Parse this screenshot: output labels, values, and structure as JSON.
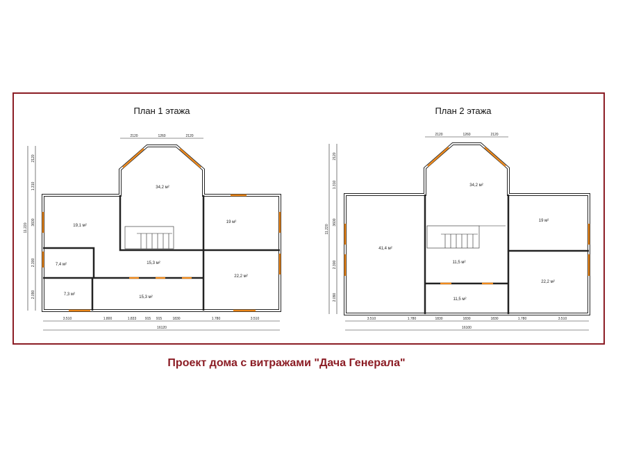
{
  "plan1": {
    "title": "План 1 этажа",
    "rooms": [
      "34,2 м²",
      "19,1 м²",
      "19 м²",
      "7,4 м²",
      "15,3 м²",
      "22,2 м²",
      "7,3 м²",
      "15,3 м²"
    ],
    "top_dims": [
      "2120",
      "1260",
      "2120"
    ],
    "bottom_dims": [
      "3.510",
      "1.800",
      "1.833",
      "915",
      "915",
      "1830",
      "1.780",
      "3.510"
    ],
    "total_width": "16120",
    "left_dims": [
      "2120",
      "1.310",
      "3600",
      "2.300",
      "2.090"
    ],
    "total_height": "11.220"
  },
  "plan2": {
    "title": "План 2 этажа",
    "rooms": [
      "34,2 м²",
      "41,4 м²",
      "19 м²",
      "11,5 м²",
      "22,2 м²",
      "11,5 м²"
    ],
    "top_dims": [
      "2120",
      "1260",
      "2120"
    ],
    "bottom_dims": [
      "3.510",
      "1.780",
      "1830",
      "1830",
      "1830",
      "1.780",
      "3.510"
    ],
    "total_width": "16100",
    "left_dims": [
      "2120",
      "1.310",
      "3600",
      "2.300",
      "2.090"
    ],
    "total_height": "11.220"
  },
  "caption": "Проект дома с витражами \"Дача Генерала\"",
  "colors": {
    "frame": "#8b1c24",
    "window": "#f08a1c",
    "caption": "#8b1c24"
  }
}
